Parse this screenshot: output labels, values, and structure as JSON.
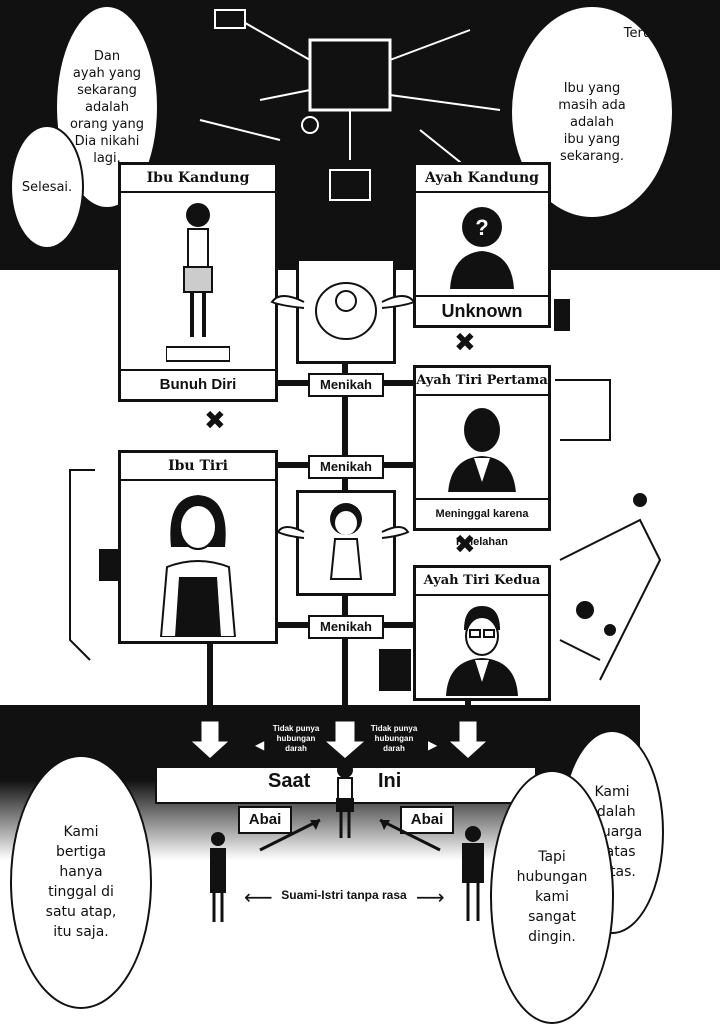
{
  "bubbles": {
    "left_top": "Dan\nayah yang\nsekarang\nadalah\norang yang\nDia nikahi\nlagi.",
    "left_small": "Selesai.",
    "right_top_a": "Terus,",
    "right_top_b": "Ibu yang\nmasih ada\nadalah\nibu yang\nsekarang.",
    "bottom_left": "Kami\nbertiga\nhanya\ntinggal di\nsatu atap,\nitu saja.",
    "bottom_right_a": "Kami\nadalah\nkeluarga\ndi atas\nkertas.",
    "bottom_right_b": "Tapi\nhubungan\nkami\nsangat\ndingin."
  },
  "panels": {
    "ibu_kandung": {
      "title": "Ibu Kandung",
      "caption": "Bunuh Diri"
    },
    "ayah_kandung": {
      "title": "Ayah Kandung",
      "caption": "Unknown"
    },
    "ayah_tiri_pertama": {
      "title": "Ayah Tiri Pertama",
      "caption": "Meninggal karena Kelelahan"
    },
    "ibu_tiri": {
      "title": "Ibu Tiri"
    },
    "ayah_tiri_kedua": {
      "title": "Ayah Tiri Kedua"
    }
  },
  "tags": {
    "menikah_1": "Menikah",
    "menikah_2": "Menikah",
    "menikah_3": "Menikah"
  },
  "board_code": "AA02",
  "bottom": {
    "no_blood_left": "Tidak punya\nhubungan\ndarah",
    "no_blood_right": "Tidak punya\nhubungan\ndarah",
    "saat": "Saat",
    "ini": "Ini",
    "abai_left": "Abai",
    "abai_right": "Abai",
    "suami_istri": "Suami-Istri tanpa rasa"
  }
}
